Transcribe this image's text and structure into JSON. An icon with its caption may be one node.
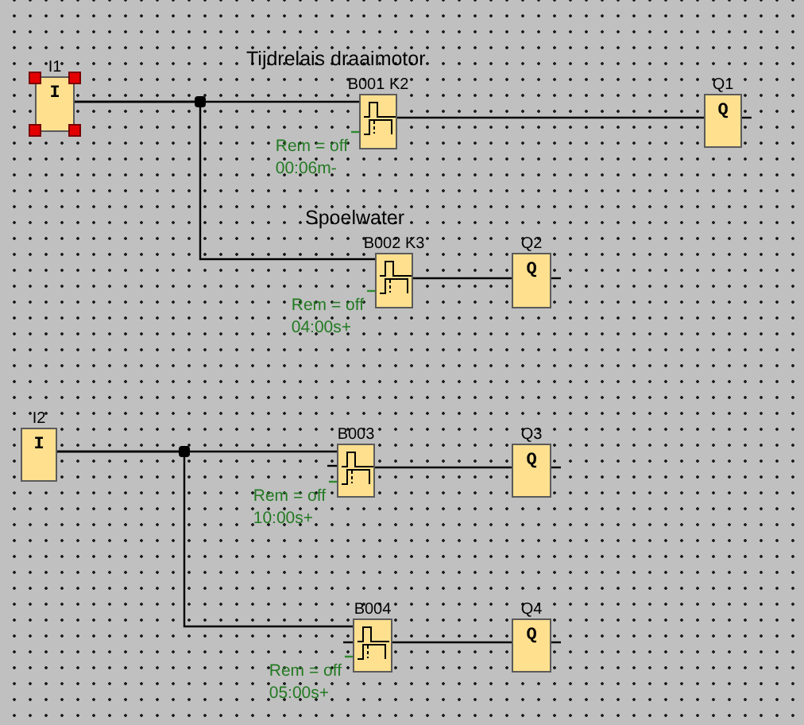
{
  "diagram": {
    "nodes": [
      {
        "text": [
          "I1",
          "I"
        ]
      },
      {
        "text": [
          "B001 K2"
        ],
        "beside": [
          "Rem = off",
          "00:06m-"
        ]
      },
      {
        "text": [
          "Q1",
          "Q"
        ]
      },
      {
        "text": [
          "B002 K3"
        ],
        "beside": [
          "Rem = off",
          "04:00s+"
        ]
      },
      {
        "text": [
          "Q2",
          "Q"
        ]
      },
      {
        "text": [
          "I2",
          "I"
        ]
      },
      {
        "text": [
          "B003"
        ],
        "beside": [
          "Rem = off",
          "10:00s+"
        ]
      },
      {
        "text": [
          "Q3",
          "Q"
        ]
      },
      {
        "text": [
          "B004"
        ],
        "beside": [
          "Rem = off",
          "05:00s+"
        ]
      },
      {
        "text": [
          "Q4",
          "Q"
        ]
      }
    ],
    "edges": [
      {
        "from": 0,
        "to": 1,
        "arrow": "none"
      },
      {
        "from": 0,
        "to": 3,
        "arrow": "none"
      },
      {
        "from": 1,
        "to": 2,
        "arrow": "none"
      },
      {
        "from": 3,
        "to": 4,
        "arrow": "none"
      },
      {
        "from": 5,
        "to": 6,
        "arrow": "none"
      },
      {
        "from": 5,
        "to": 8,
        "arrow": "none"
      },
      {
        "from": 6,
        "to": 7,
        "arrow": "none"
      },
      {
        "from": 8,
        "to": 9,
        "arrow": "none"
      }
    ],
    "labels": [
      "Tijdrelais draaimotor",
      "Spoelwater"
    ]
  }
}
